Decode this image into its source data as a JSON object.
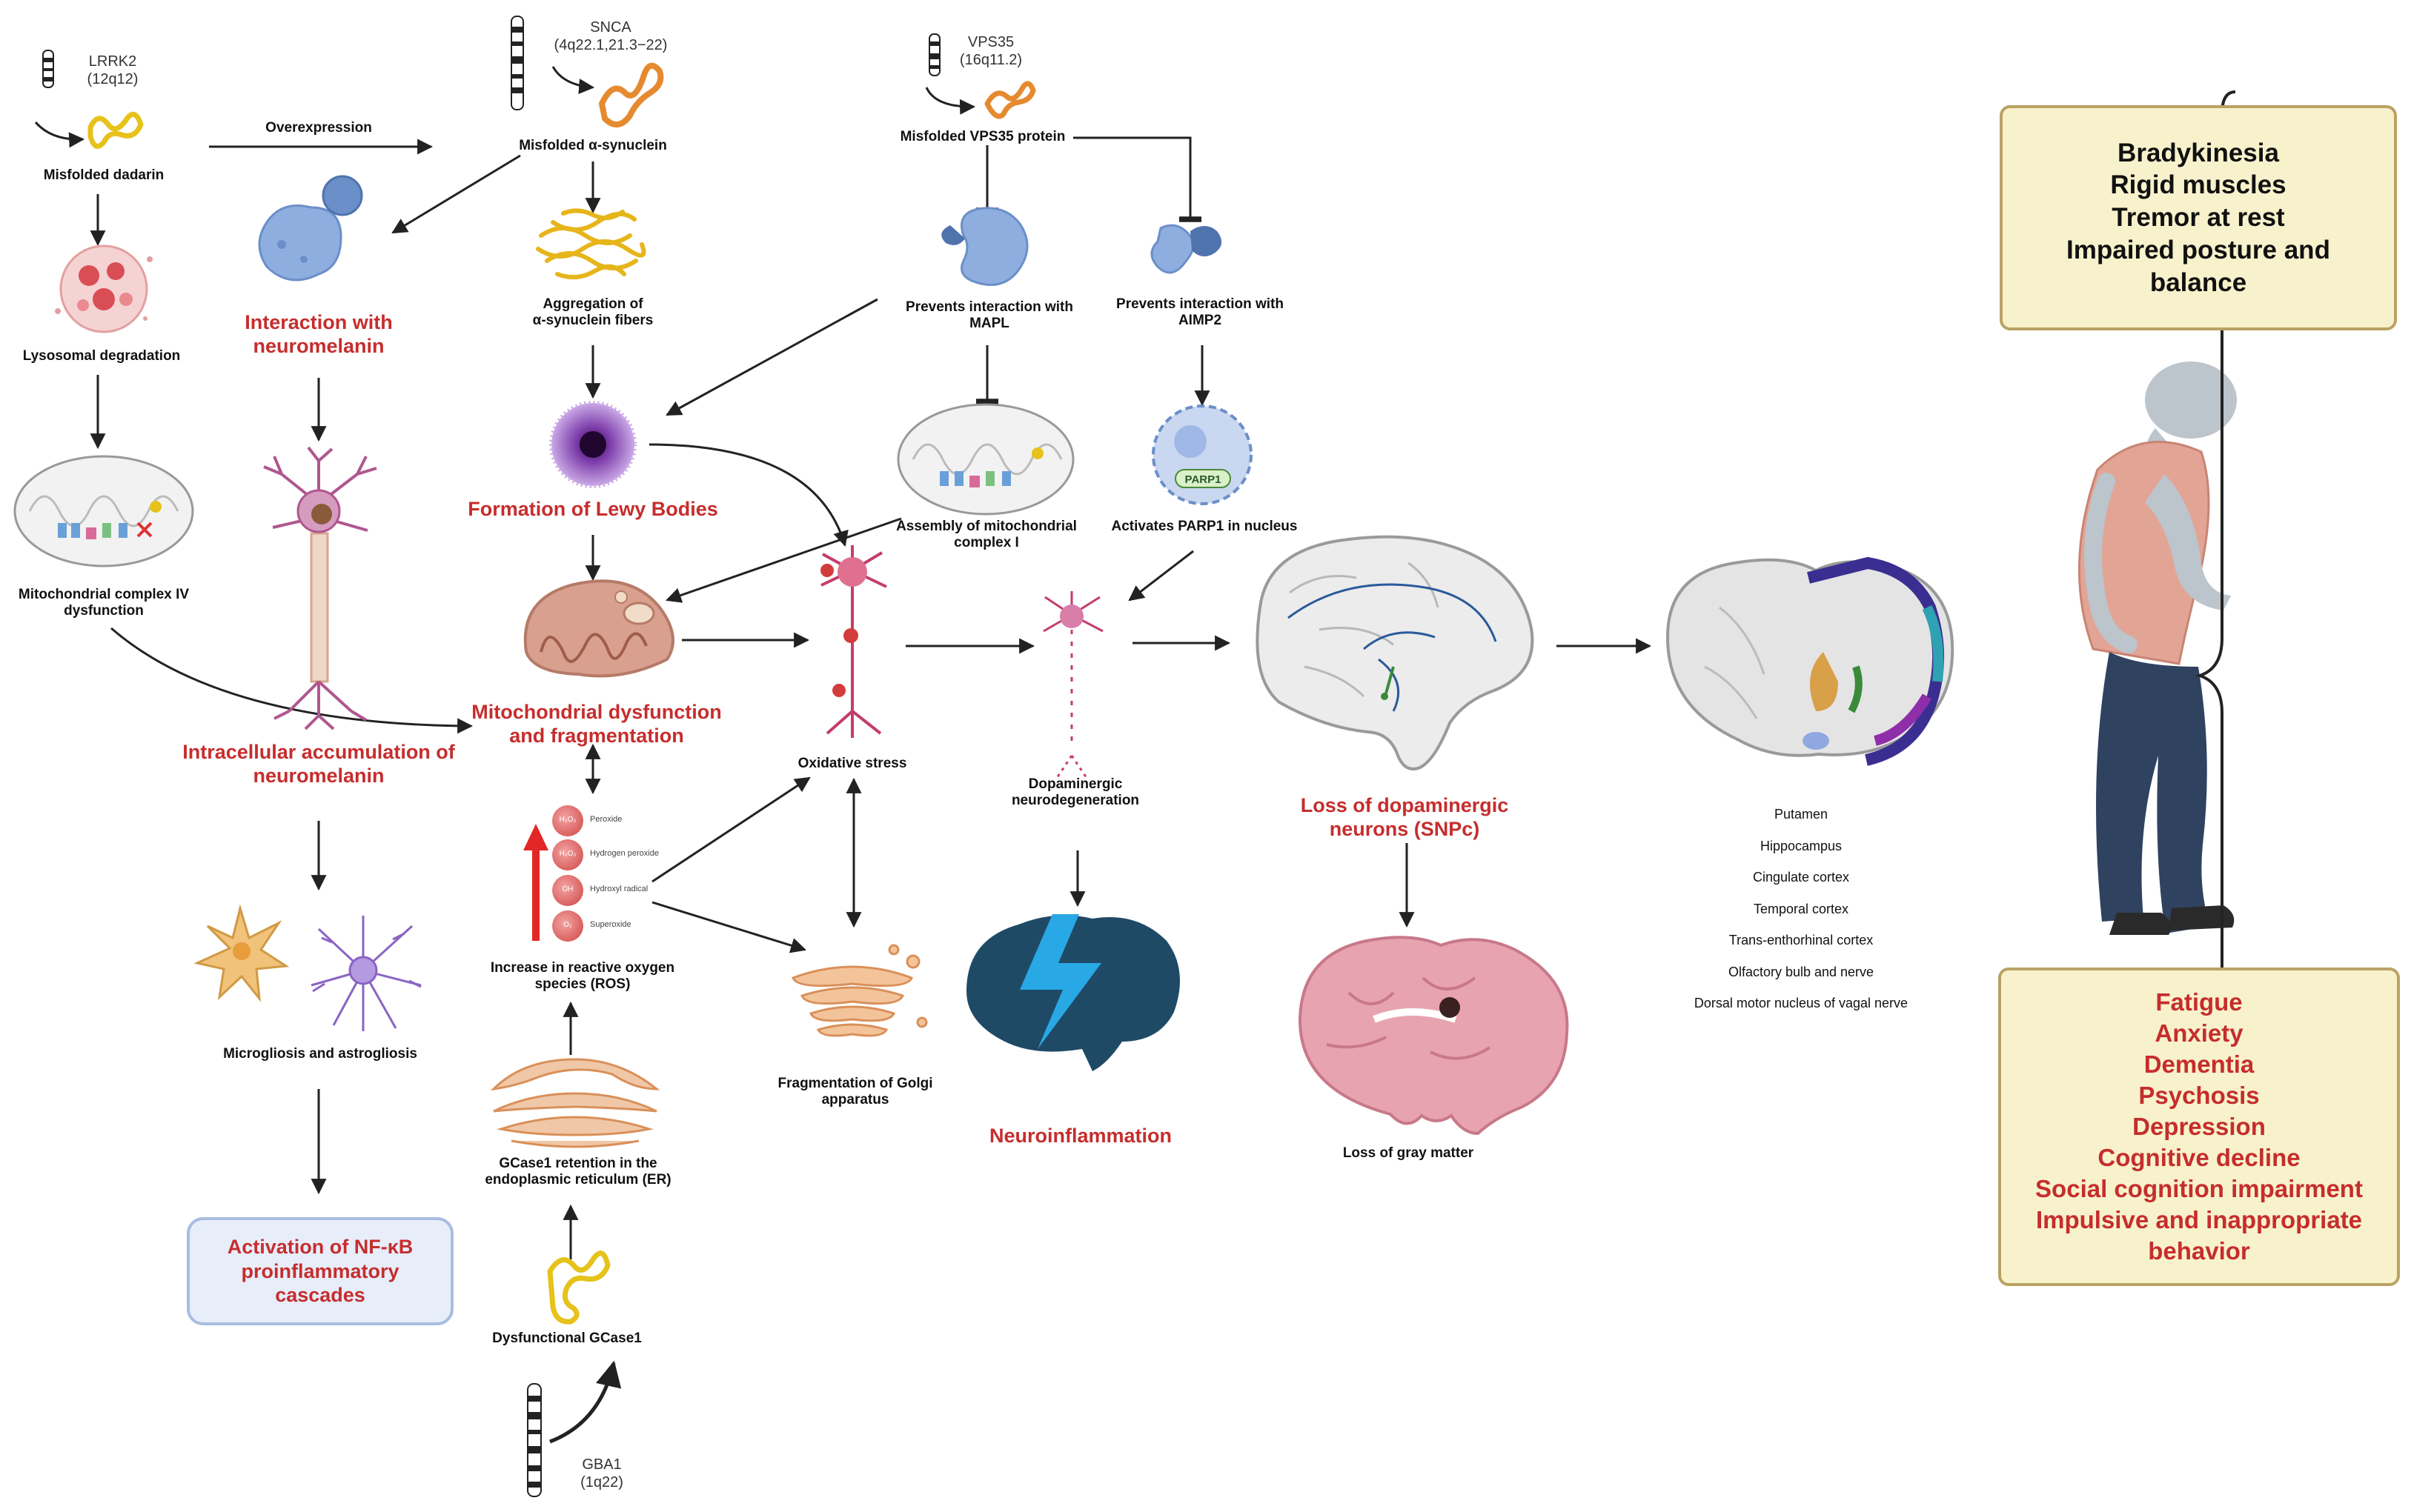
{
  "genes": {
    "lrrk2": "LRRK2\n(12q12)",
    "snca": "SNCA\n(4q22.1,21.3−22)",
    "vps35": "VPS35\n(16q11.2)",
    "gba1": "GBA1\n(1q22)"
  },
  "nodes": {
    "misfolded_dadarin": "Misfolded dadarin",
    "overexpression": "Overexpression",
    "misfolded_synuclein": "Misfolded α-synuclein",
    "misfolded_vps35": "Misfolded VPS35 protein",
    "lysosomal_degradation": "Lysosomal degradation",
    "interaction_neuromelanin": "Interaction with\nneuromelanin",
    "aggregation": "Aggregation of\nα-synuclein fibers",
    "prevents_mapl": "Prevents interaction with\nMAPL",
    "prevents_aimp2": "Prevents interaction with\nAIMP2",
    "complex_iv": "Mitochondrial complex IV\ndysfunction",
    "lewy_bodies": "Formation of Lewy Bodies",
    "assembly_complex_i": "Assembly of mitochondrial\ncomplex I",
    "activates_parp1": "Activates PARP1 in nucleus",
    "parp1_tag": "PARP1",
    "mito_dysfunction": "Mitochondrial dysfunction\nand fragmentation",
    "intracellular_accumulation": "Intracellular accumulation of\nneuromelanin",
    "oxidative_stress": "Oxidative stress",
    "dopaminergic_neurodegeneration": "Dopaminergic\nneurodegeneration",
    "loss_dopaminergic": "Loss of dopaminergic\nneurons (SNPc)",
    "microgliosis": "Microgliosis and astrogliosis",
    "ros_increase": "Increase in reactive oxygen\nspecies (ROS)",
    "golgi": "Fragmentation of Golgi\napparatus",
    "neuroinflammation": "Neuroinflammation",
    "loss_gray_matter": "Loss of gray matter",
    "nfkb": "Activation of NF-κB\nproinflammatory\ncascades",
    "gcase_retention": "GCase1 retention in the\nendoplasmic reticulum (ER)",
    "dysfunctional_gcase": "Dysfunctional GCase1"
  },
  "ros_species": [
    {
      "symbol": "H₂O₂",
      "label": "Peroxide"
    },
    {
      "symbol": "H₂O₂",
      "label": "Hydrogen peroxide"
    },
    {
      "symbol": "OH",
      "label": "Hydroxyl radical"
    },
    {
      "symbol": "O₂",
      "label": "Superoxide"
    }
  ],
  "brain_regions": [
    "Putamen",
    "Hippocampus",
    "Cingulate cortex",
    "Temporal cortex",
    "Trans-enthorhinal cortex",
    "Olfactory bulb and nerve",
    "Dorsal motor nucleus of vagal nerve"
  ],
  "motor_symptoms": [
    "Bradykinesia",
    "Rigid muscles",
    "Tremor at rest",
    "Impaired posture and",
    "balance"
  ],
  "nonmotor_symptoms": [
    "Fatigue",
    "Anxiety",
    "Dementia",
    "Psychosis",
    "Depression",
    "Cognitive decline",
    "Social cognition impairment",
    "Impulsive and inappropriate",
    "behavior"
  ],
  "colors": {
    "accent_red": "#c62d2d",
    "symptom_fill": "#f8f2cc",
    "symptom_border": "#b9a264",
    "nfkb_fill": "#e7eefa",
    "nfkb_border": "#a8bde0",
    "neuron_purple": "#b0568f",
    "brain_blue": "#2a5a78"
  }
}
